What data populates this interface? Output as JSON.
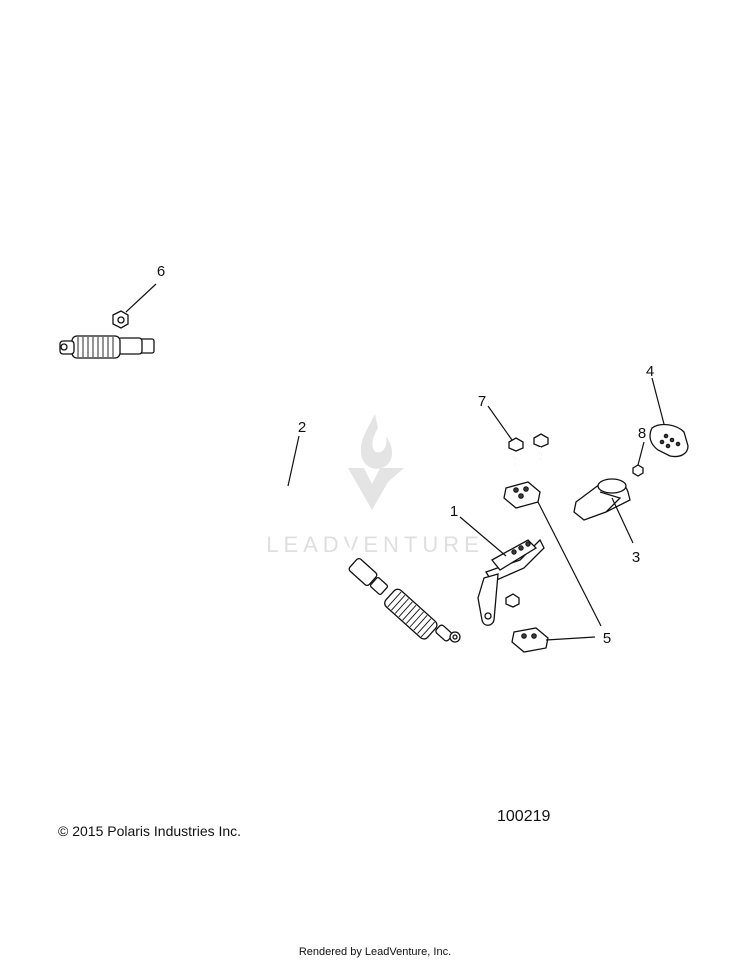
{
  "watermark": {
    "text": "LEADVENTURE"
  },
  "callouts": {
    "c1": "1",
    "c2": "2",
    "c3": "3",
    "c4": "4",
    "c5": "5",
    "c6": "6",
    "c7": "7",
    "c8": "8"
  },
  "footer": {
    "copyright": "© 2015 Polaris Industries Inc.",
    "diagram_number": "100219",
    "rendered_by": "Rendered by LeadVenture, Inc."
  }
}
